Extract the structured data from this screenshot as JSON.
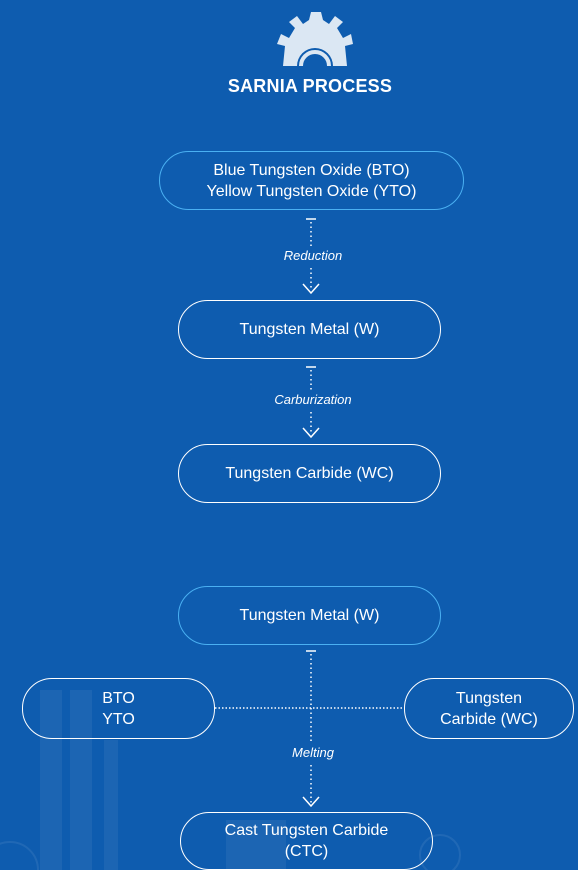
{
  "title": "SARNIA PROCESS",
  "icons": {
    "header": "gear-icon"
  },
  "colors": {
    "background": "#0e5caf",
    "node_border": "#ffffff",
    "node_border_highlight": "#4ab0f2",
    "connector": "#ffffff"
  },
  "process_a": {
    "source": {
      "line1": "Blue Tungsten Oxide (BTO)",
      "line2": "Yellow Tungsten Oxide (YTO)"
    },
    "step1_label": "Reduction",
    "intermediate": "Tungsten Metal (W)",
    "step2_label": "Carburization",
    "product": "Tungsten Carbide (WC)"
  },
  "process_b": {
    "source": "Tungsten Metal (W)",
    "left_input": {
      "line1": "BTO",
      "line2": "YTO"
    },
    "right_input": {
      "line1": "Tungsten",
      "line2": "Carbide (WC)"
    },
    "step_label": "Melting",
    "product": {
      "line1": "Cast Tungsten Carbide",
      "line2": "(CTC)"
    }
  }
}
